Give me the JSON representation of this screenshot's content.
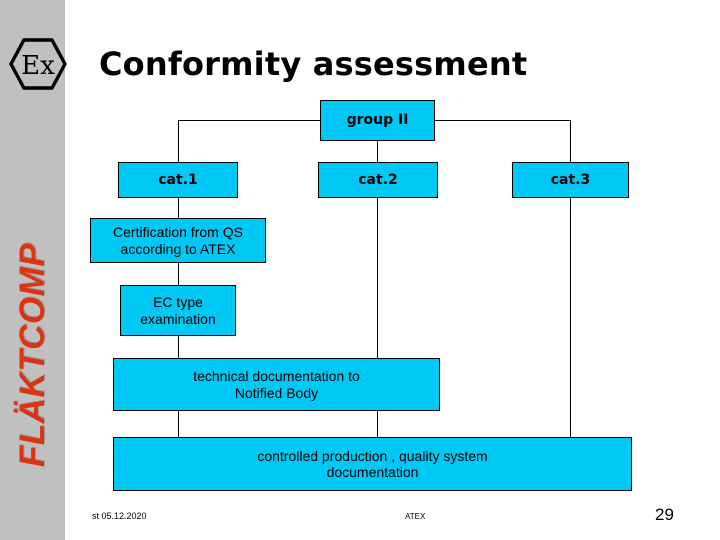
{
  "slide": {
    "title": "Conformity assessment",
    "brand": "FLÄKTCOMP",
    "logo_icon": "ex-hexagon-icon",
    "colors": {
      "sidebar": "#C0C0C0",
      "brand_text": "#DD3311",
      "box_fill": "#00C8F5",
      "box_border": "#000000",
      "background": "#FFFFFF"
    }
  },
  "diagram": {
    "type": "flowchart",
    "nodes": [
      {
        "id": "group2",
        "label": "group II"
      },
      {
        "id": "cat1",
        "label": "cat.1"
      },
      {
        "id": "cat2",
        "label": "cat.2"
      },
      {
        "id": "cat3",
        "label": "cat.3"
      },
      {
        "id": "certqs",
        "label": "Certification from QS\naccording to ATEX"
      },
      {
        "id": "ectype",
        "label": "EC type\nexamination"
      },
      {
        "id": "techdoc",
        "label": "technical documentation to\nNotified Body"
      },
      {
        "id": "prod",
        "label": "controlled production , quality system\ndocumentation"
      }
    ],
    "edges": [
      {
        "from": "group2",
        "to": "cat1"
      },
      {
        "from": "group2",
        "to": "cat2"
      },
      {
        "from": "group2",
        "to": "cat3"
      },
      {
        "from": "cat1",
        "to": "certqs"
      },
      {
        "from": "certqs",
        "to": "ectype"
      },
      {
        "from": "ectype",
        "to": "techdoc"
      },
      {
        "from": "cat2",
        "to": "techdoc"
      },
      {
        "from": "techdoc",
        "to": "prod"
      },
      {
        "from": "cat3",
        "to": "prod"
      }
    ]
  },
  "footer": {
    "left": "st 05.12.2020",
    "center": "ATEX",
    "page": "29"
  }
}
